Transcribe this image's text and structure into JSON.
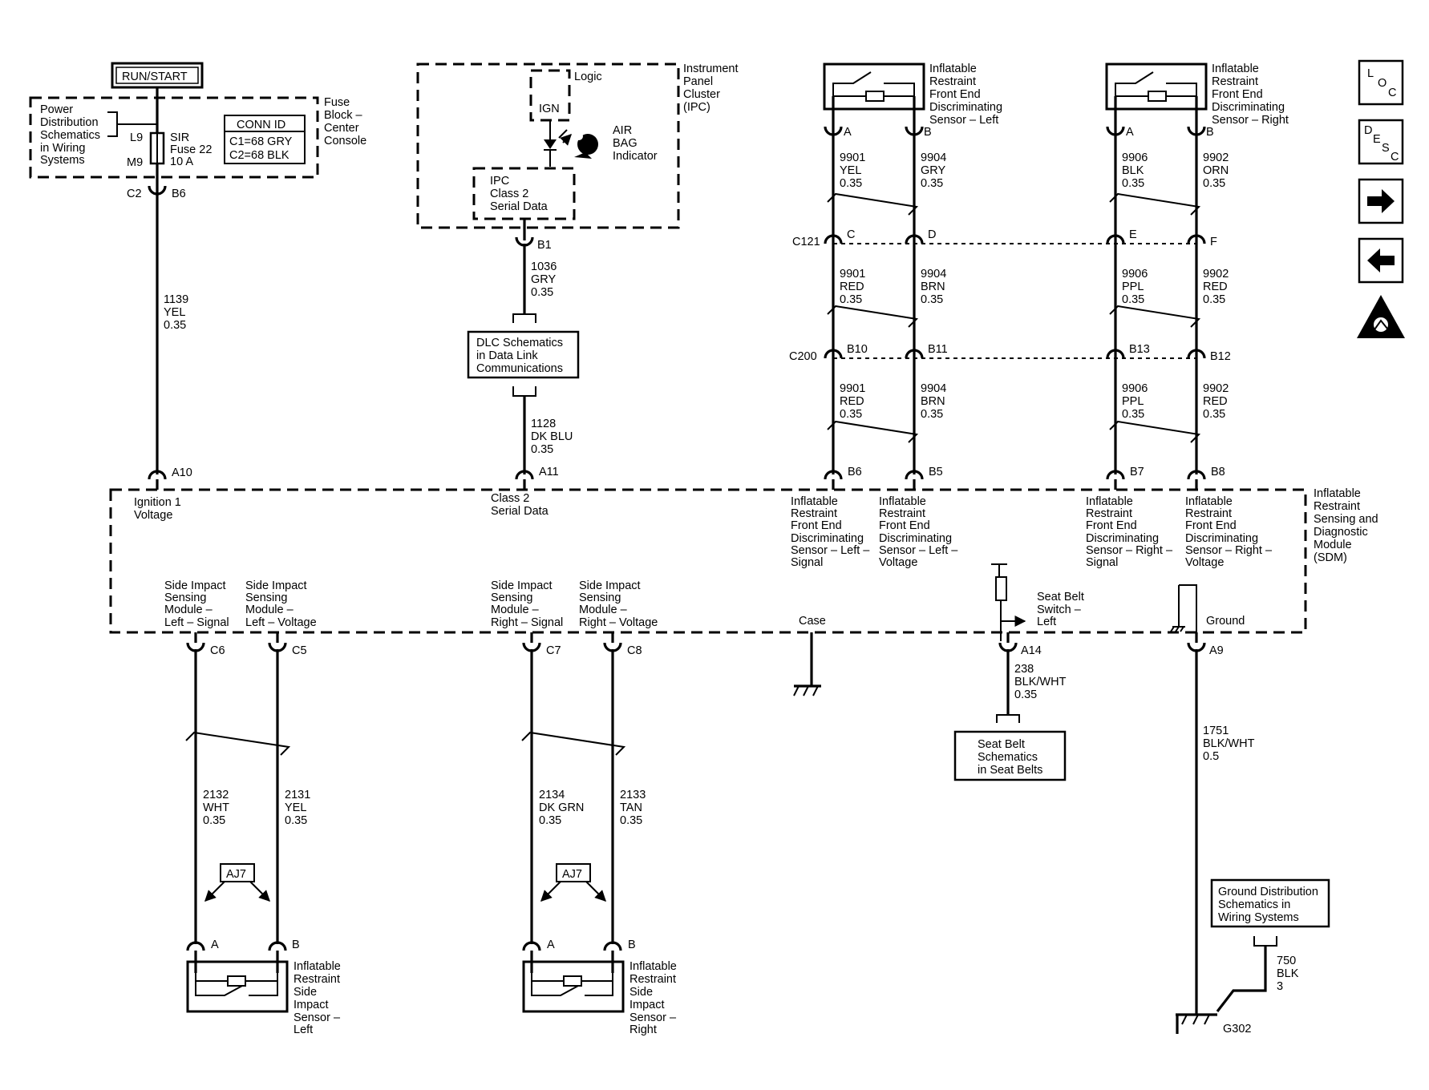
{
  "nav": {
    "loc_l": "L",
    "loc_o": "O",
    "loc_c": "C",
    "desc_d": "D",
    "desc_e": "E",
    "desc_s": "S",
    "desc_c": "C"
  },
  "run_start": "RUN/START",
  "fuse_block": {
    "power_dist": [
      "Power",
      "Distribution",
      "Schematics",
      "in Wiring",
      "Systems"
    ],
    "l9": "L9",
    "m9": "M9",
    "sir": [
      "SIR",
      "Fuse 22",
      "10 A"
    ],
    "conn_id": "CONN ID",
    "conn_c1": "C1=68 GRY",
    "conn_c2": "C2=68 BLK",
    "label": [
      "Fuse",
      "Block –",
      "Center",
      "Console"
    ],
    "c2": "C2",
    "b6": "B6"
  },
  "wire_1139": [
    "1139",
    "YEL",
    "0.35"
  ],
  "ipc": {
    "label": [
      "Instrument",
      "Panel",
      "Cluster",
      "(IPC)"
    ],
    "logic": "Logic",
    "ign": "IGN",
    "airbag": [
      "AIR",
      "BAG",
      "Indicator"
    ],
    "serial": [
      "IPC",
      "Class 2",
      "Serial Data"
    ],
    "b1": "B1"
  },
  "wire_1036": [
    "1036",
    "GRY",
    "0.35"
  ],
  "dlc": [
    "DLC Schematics",
    "in Data Link",
    "Communications"
  ],
  "wire_1128": [
    "1128",
    "DK BLU",
    "0.35"
  ],
  "sensor_left": {
    "label": [
      "Inflatable",
      "Restraint",
      "Front End",
      "Discriminating",
      "Sensor – Left"
    ],
    "a": "A",
    "b": "B"
  },
  "sensor_right": {
    "label": [
      "Inflatable",
      "Restraint",
      "Front End",
      "Discriminating",
      "Sensor – Right"
    ],
    "a": "A",
    "b": "B"
  },
  "wires_top": [
    [
      "9901",
      "YEL",
      "0.35"
    ],
    [
      "9904",
      "GRY",
      "0.35"
    ],
    [
      "9906",
      "BLK",
      "0.35"
    ],
    [
      "9902",
      "ORN",
      "0.35"
    ]
  ],
  "c121": {
    "label": "C121",
    "pins": [
      "C",
      "D",
      "E",
      "F"
    ]
  },
  "wires_mid": [
    [
      "9901",
      "RED",
      "0.35"
    ],
    [
      "9904",
      "BRN",
      "0.35"
    ],
    [
      "9906",
      "PPL",
      "0.35"
    ],
    [
      "9902",
      "RED",
      "0.35"
    ]
  ],
  "c200": {
    "label": "C200",
    "pins": [
      "B10",
      "B11",
      "B13",
      "B12"
    ]
  },
  "wires_low": [
    [
      "9901",
      "RED",
      "0.35"
    ],
    [
      "9904",
      "BRN",
      "0.35"
    ],
    [
      "9906",
      "PPL",
      "0.35"
    ],
    [
      "9902",
      "RED",
      "0.35"
    ]
  ],
  "sdm": {
    "label": [
      "Inflatable",
      "Restraint",
      "Sensing and",
      "Diagnostic",
      "Module",
      "(SDM)"
    ],
    "top_pins": [
      "A10",
      "A11",
      "B6",
      "B5",
      "B7",
      "B8"
    ],
    "ign_voltage": [
      "Ignition 1",
      "Voltage"
    ],
    "class2": [
      "Class 2",
      "Serial Data"
    ],
    "fe_left_signal": [
      "Inflatable",
      "Restraint",
      "Front End",
      "Discriminating",
      "Sensor – Left –",
      "Signal"
    ],
    "fe_left_voltage": [
      "Inflatable",
      "Restraint",
      "Front End",
      "Discriminating",
      "Sensor – Left –",
      "Voltage"
    ],
    "fe_right_signal": [
      "Inflatable",
      "Restraint",
      "Front End",
      "Discriminating",
      "Sensor – Right –",
      "Signal"
    ],
    "fe_right_voltage": [
      "Inflatable",
      "Restraint",
      "Front End",
      "Discriminating",
      "Sensor – Right –",
      "Voltage"
    ],
    "side_left_signal": [
      "Side Impact",
      "Sensing",
      "Module –",
      "Left – Signal"
    ],
    "side_left_voltage": [
      "Side Impact",
      "Sensing",
      "Module –",
      "Left – Voltage"
    ],
    "side_right_signal": [
      "Side Impact",
      "Sensing",
      "Module –",
      "Right – Signal"
    ],
    "side_right_voltage": [
      "Side Impact",
      "Sensing",
      "Module –",
      "Right – Voltage"
    ],
    "case": "Case",
    "seat_belt_switch": [
      "Seat Belt",
      "Switch –",
      "Left"
    ],
    "ground": "Ground",
    "bottom_pins": [
      "C6",
      "C5",
      "C7",
      "C8",
      "A14",
      "A9"
    ]
  },
  "wires_side": [
    [
      "2132",
      "WHT",
      "0.35"
    ],
    [
      "2131",
      "YEL",
      "0.35"
    ],
    [
      "2134",
      "DK GRN",
      "0.35"
    ],
    [
      "2133",
      "TAN",
      "0.35"
    ]
  ],
  "aj7": "AJ7",
  "side_sensor_left": {
    "label": [
      "Inflatable",
      "Restraint",
      "Side",
      "Impact",
      "Sensor –",
      "Left"
    ],
    "a": "A",
    "b": "B"
  },
  "side_sensor_right": {
    "label": [
      "Inflatable",
      "Restraint",
      "Side",
      "Impact",
      "Sensor –",
      "Right"
    ],
    "a": "A",
    "b": "B"
  },
  "wire_238": [
    "238",
    "BLK/WHT",
    "0.35"
  ],
  "seat_belts": [
    "Seat Belt",
    "Schematics",
    "in Seat Belts"
  ],
  "wire_1751": [
    "1751",
    "BLK/WHT",
    "0.5"
  ],
  "ground_dist": [
    "Ground Distribution",
    "Schematics in",
    "Wiring Systems"
  ],
  "wire_750": [
    "750",
    "BLK",
    "3"
  ],
  "g302": "G302"
}
